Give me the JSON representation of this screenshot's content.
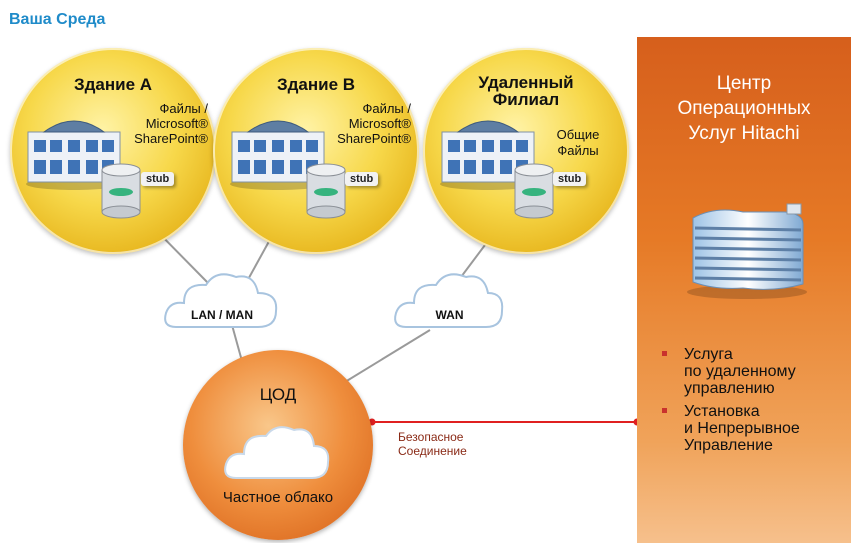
{
  "title": "Ваша Среда",
  "buildings": [
    {
      "name": "Здание А",
      "files": [
        "Файлы /",
        "Microsoft®",
        "SharePoint®"
      ],
      "stub": "stub"
    },
    {
      "name": "Здание В",
      "files": [
        "Файлы /",
        "Microsoft®",
        "SharePoint®"
      ],
      "stub": "stub"
    },
    {
      "name": "Удаленный",
      "name2": "Филиал",
      "files": [
        "Общие",
        "Файлы"
      ],
      "stub": "stub"
    }
  ],
  "clouds": {
    "lan_man": "LAN / MAN",
    "wan": "WAN"
  },
  "datacenter": {
    "title": "ЦОД",
    "subtitle": "Частное облако"
  },
  "connection": [
    "Безопасное",
    "Соединение"
  ],
  "hitachi_center": {
    "title": [
      "Центр",
      "Операционных",
      "Услуг Hitachi"
    ],
    "services": [
      [
        "Услуга",
        "по удаленному",
        "управлению"
      ],
      [
        "Установка",
        "и Непрерывное",
        "Управление"
      ]
    ]
  },
  "colors": {
    "title": "#1f8bc9",
    "panel": "#e67a26",
    "building_circle": "#f7d84a",
    "datacenter_circle": "#ef8e3d",
    "secure_line": "#e02020",
    "bullet": "#c9322d"
  }
}
